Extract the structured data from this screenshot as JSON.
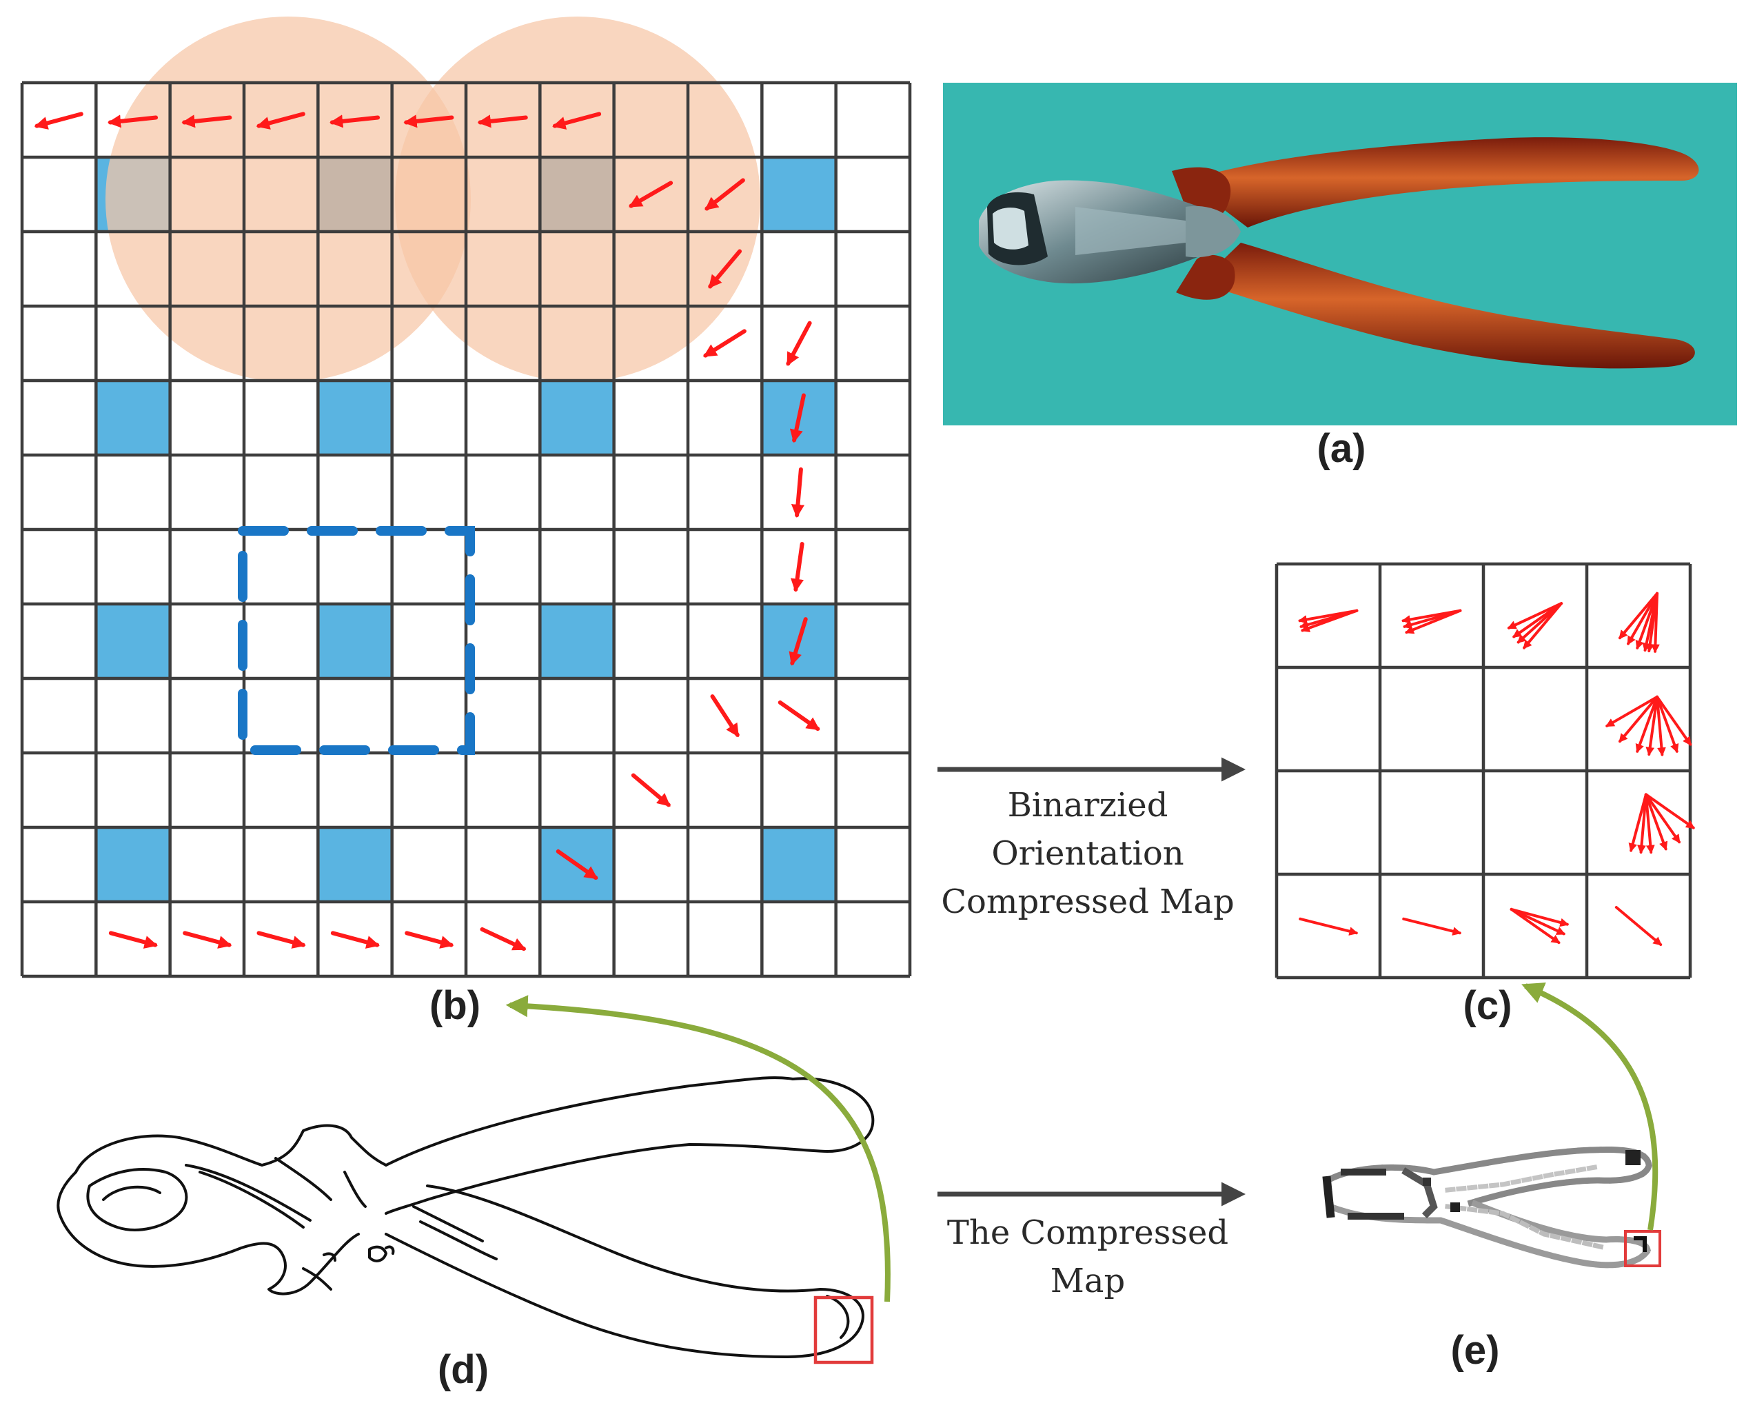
{
  "panels": {
    "a": "(a)",
    "b": "(b)",
    "c": "(c)",
    "d": "(d)",
    "e": "(e)"
  },
  "captions": {
    "orientation_map": [
      "Binarzied",
      "Orientation",
      "Compressed Map"
    ],
    "compressed_map": [
      "The Compressed",
      "Map"
    ]
  },
  "colors": {
    "grid": "#3d3d3d",
    "cell_fill": "#5ab4e1",
    "cell_fill_overlap": "#4f8eab",
    "circle": "#f6c6a6",
    "arrow": "#ff1a1a",
    "dashed_square": "#1976c6",
    "curve": "#8aab3c",
    "highlight_box": "#e23b3b",
    "photo_background": "#37b7b0",
    "handle": "#a8331a"
  },
  "grid_b": {
    "rows": 12,
    "cols": 12,
    "blue_cells": [
      [
        1,
        1
      ],
      [
        1,
        4
      ],
      [
        1,
        7
      ],
      [
        1,
        10
      ],
      [
        4,
        1
      ],
      [
        4,
        4
      ],
      [
        4,
        7
      ],
      [
        4,
        10
      ],
      [
        7,
        1
      ],
      [
        7,
        4
      ],
      [
        7,
        7
      ],
      [
        7,
        10
      ],
      [
        10,
        1
      ],
      [
        10,
        4
      ],
      [
        10,
        7
      ],
      [
        10,
        10
      ]
    ],
    "arrows": [
      {
        "r": 0,
        "c": 0,
        "deg": 195
      },
      {
        "r": 0,
        "c": 1,
        "deg": 186
      },
      {
        "r": 0,
        "c": 2,
        "deg": 186
      },
      {
        "r": 0,
        "c": 3,
        "deg": 195
      },
      {
        "r": 0,
        "c": 4,
        "deg": 186
      },
      {
        "r": 0,
        "c": 5,
        "deg": 186
      },
      {
        "r": 0,
        "c": 6,
        "deg": 186
      },
      {
        "r": 0,
        "c": 7,
        "deg": 195
      },
      {
        "r": 1,
        "c": 8,
        "deg": 210
      },
      {
        "r": 1,
        "c": 9,
        "deg": 218
      },
      {
        "r": 2,
        "c": 9,
        "deg": 230
      },
      {
        "r": 3,
        "c": 9,
        "deg": 212
      },
      {
        "r": 3,
        "c": 10,
        "deg": 242
      },
      {
        "r": 4,
        "c": 10,
        "deg": 258
      },
      {
        "r": 5,
        "c": 10,
        "deg": 265
      },
      {
        "r": 6,
        "c": 10,
        "deg": 262
      },
      {
        "r": 7,
        "c": 10,
        "deg": 253
      },
      {
        "r": 8,
        "c": 9,
        "deg": 303
      },
      {
        "r": 8,
        "c": 10,
        "deg": 325
      },
      {
        "r": 9,
        "c": 8,
        "deg": 320
      },
      {
        "r": 10,
        "c": 7,
        "deg": 325
      },
      {
        "r": 11,
        "c": 1,
        "deg": 345
      },
      {
        "r": 11,
        "c": 2,
        "deg": 345
      },
      {
        "r": 11,
        "c": 3,
        "deg": 345
      },
      {
        "r": 11,
        "c": 4,
        "deg": 345
      },
      {
        "r": 11,
        "c": 5,
        "deg": 345
      },
      {
        "r": 11,
        "c": 6,
        "deg": 335
      }
    ]
  },
  "grid_c": {
    "rows": 4,
    "cols": 4,
    "cells": [
      {
        "r": 0,
        "c": 0,
        "degs": [
          190,
          196,
          200
        ]
      },
      {
        "r": 0,
        "c": 1,
        "degs": [
          190,
          196,
          202
        ]
      },
      {
        "r": 0,
        "c": 2,
        "degs": [
          205,
          215,
          222,
          230
        ]
      },
      {
        "r": 0,
        "c": 3,
        "degs": [
          230,
          240,
          250,
          258,
          262,
          268
        ]
      },
      {
        "r": 1,
        "c": 3,
        "degs": [
          230,
          250,
          262,
          275,
          290,
          305,
          210
        ]
      },
      {
        "r": 2,
        "c": 3,
        "degs": [
          255,
          265,
          275,
          290,
          305,
          325
        ]
      },
      {
        "r": 3,
        "c": 0,
        "degs": [
          346
        ]
      },
      {
        "r": 3,
        "c": 1,
        "degs": [
          346
        ]
      },
      {
        "r": 3,
        "c": 2,
        "degs": [
          325,
          335,
          345
        ]
      },
      {
        "r": 3,
        "c": 3,
        "degs": [
          320
        ]
      }
    ]
  }
}
